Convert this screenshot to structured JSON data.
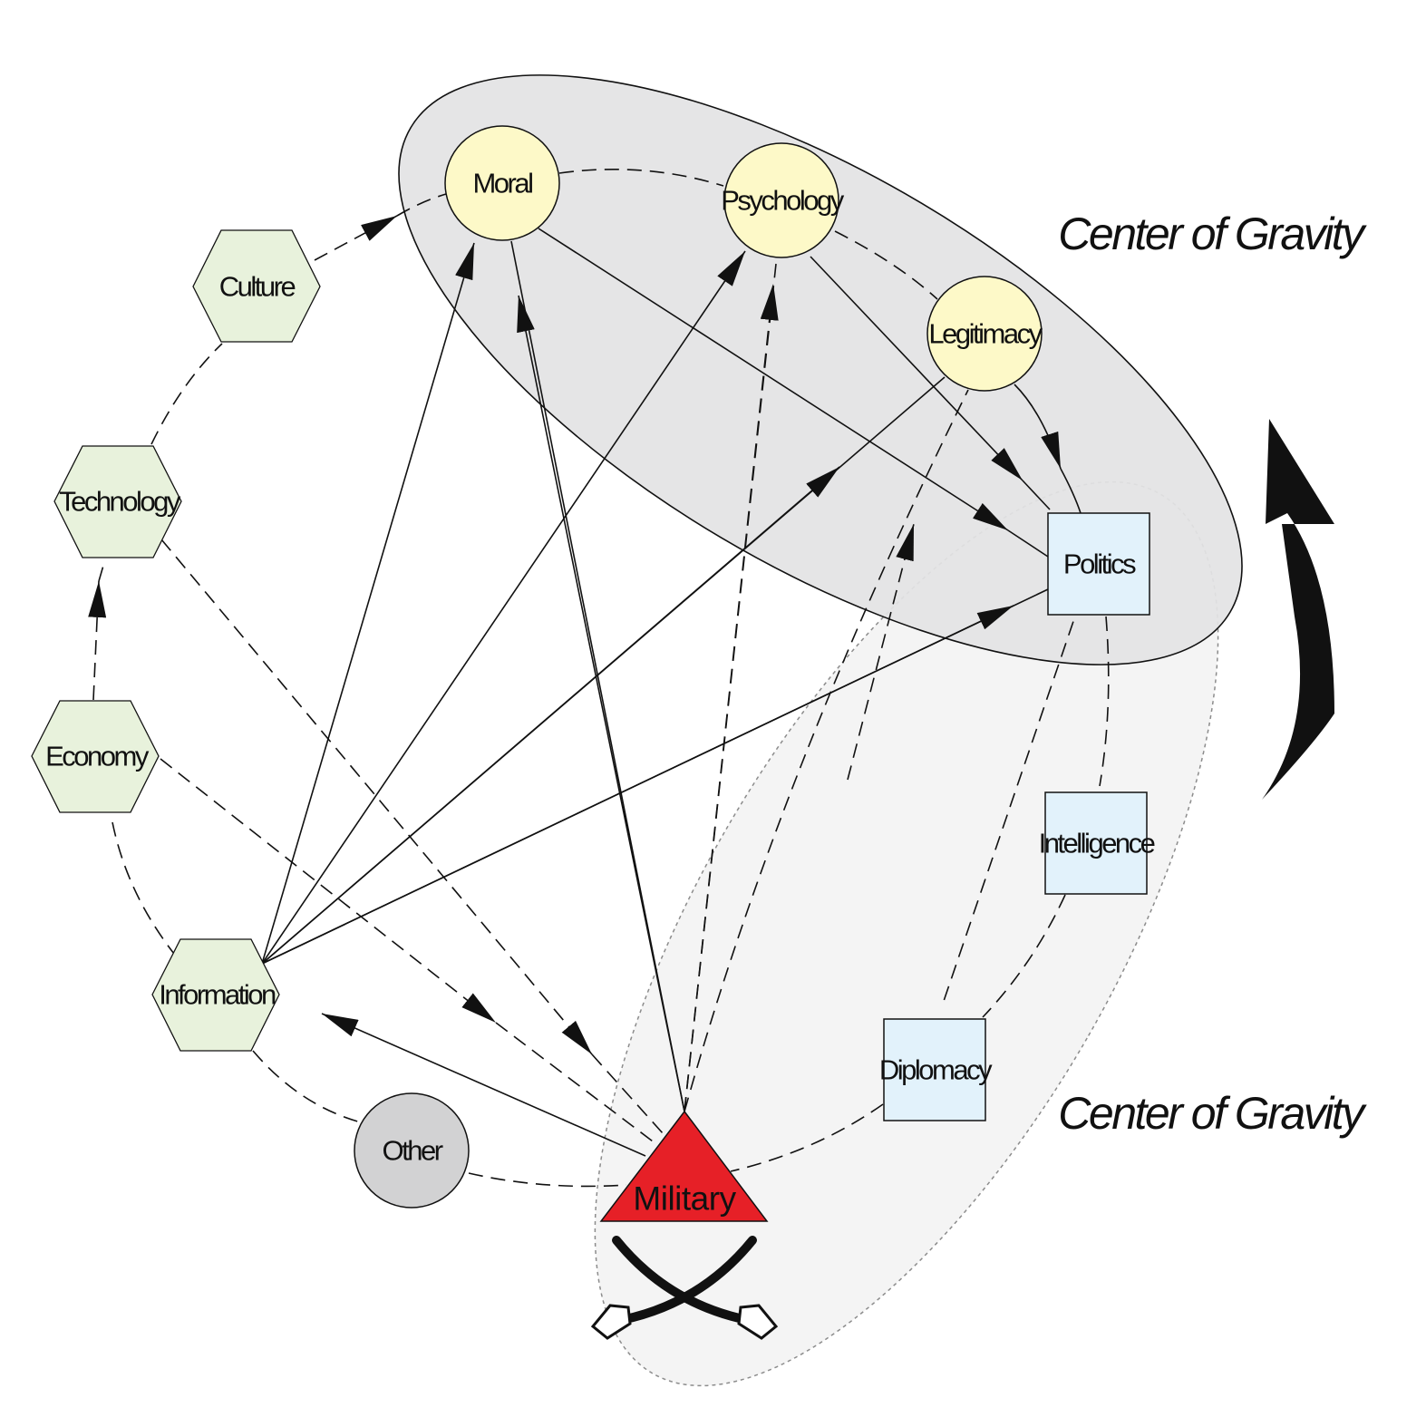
{
  "colors": {
    "cog_primary_fill": "#e3e3e4",
    "cog_secondary_fill": "#f4f4f4",
    "circle_fill": "#fdf9c8",
    "hexagon_fill": "#e8f2dc",
    "square_fill": "#e2f2fb",
    "other_fill": "#d2d2d3",
    "military_fill": "#e62027",
    "ink": "#111111"
  },
  "labels": {
    "cog_top": "Center of Gravity",
    "cog_bottom": "Center of Gravity"
  },
  "nodes": {
    "moral": "Moral",
    "psychology": "Psychology",
    "legitimacy": "Legitimacy",
    "politics": "Politics",
    "intelligence": "Intelligence",
    "diplomacy": "Diplomacy",
    "military": "Military",
    "culture": "Culture",
    "technology": "Technology",
    "economy": "Economy",
    "information": "Information",
    "other": "Other"
  },
  "icons": {
    "rotation_arrow": "curved-arrow-icon",
    "military_emblem": "crossed-sabers-icon"
  }
}
